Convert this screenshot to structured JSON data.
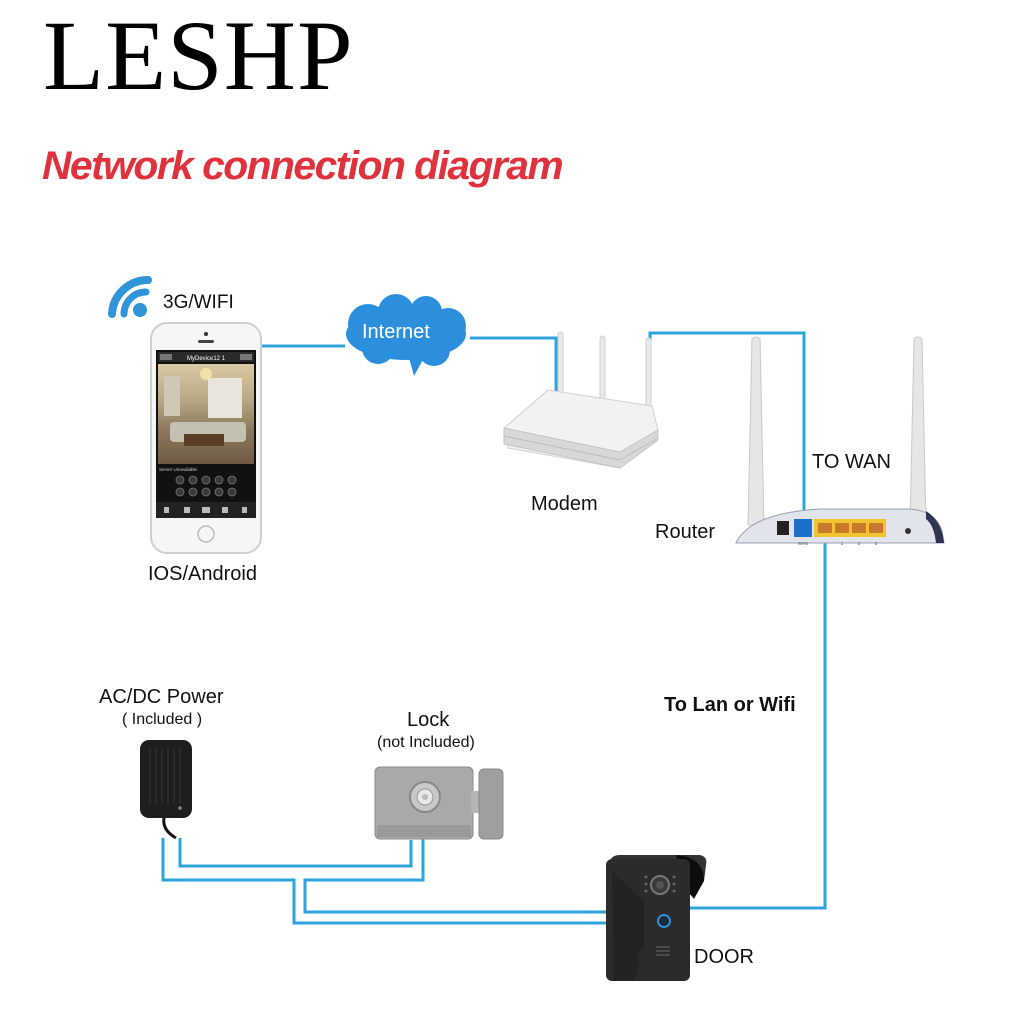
{
  "brand": "LESHP",
  "title": "Network connection diagram",
  "colors": {
    "title_red": "#e0323c",
    "wire_blue": "#2ea3dc",
    "cloud_blue": "#2b8fde",
    "lan_port_yellow": "#f1c232",
    "wan_port_blue": "#1e6fc9"
  },
  "nodes": {
    "wifi": {
      "label": "3G/WIFI",
      "icon": "wifi-icon"
    },
    "phone": {
      "label": "IOS/Android",
      "icon": "smartphone-icon",
      "screen_title": "MyDevice12 1",
      "screen_status": "Server Unavailable"
    },
    "internet": {
      "label": "Internet",
      "icon": "cloud-icon"
    },
    "modem": {
      "label": "Modem",
      "icon": "modem-icon"
    },
    "router": {
      "label": "Router",
      "icon": "router-icon",
      "wan_label": "TO WAN",
      "port_labels": [
        "WAN",
        "1",
        "2",
        "3"
      ]
    },
    "power": {
      "label": "AC/DC Power",
      "sublabel": "( Included )",
      "icon": "power-adapter-icon"
    },
    "lock": {
      "label": "Lock",
      "sublabel": "(not Included)",
      "icon": "lock-icon"
    },
    "door": {
      "label": "DOOR",
      "icon": "doorbell-camera-icon"
    },
    "lan_link": {
      "label": "To Lan or Wifi"
    }
  },
  "connections": [
    {
      "from": "phone",
      "to": "internet"
    },
    {
      "from": "internet",
      "to": "modem"
    },
    {
      "from": "modem",
      "to": "router",
      "via": "TO WAN"
    },
    {
      "from": "router",
      "to": "door",
      "via": "To Lan or Wifi"
    },
    {
      "from": "power",
      "to": "lock"
    },
    {
      "from": "power",
      "to": "door"
    },
    {
      "from": "lock",
      "to": "door"
    }
  ]
}
